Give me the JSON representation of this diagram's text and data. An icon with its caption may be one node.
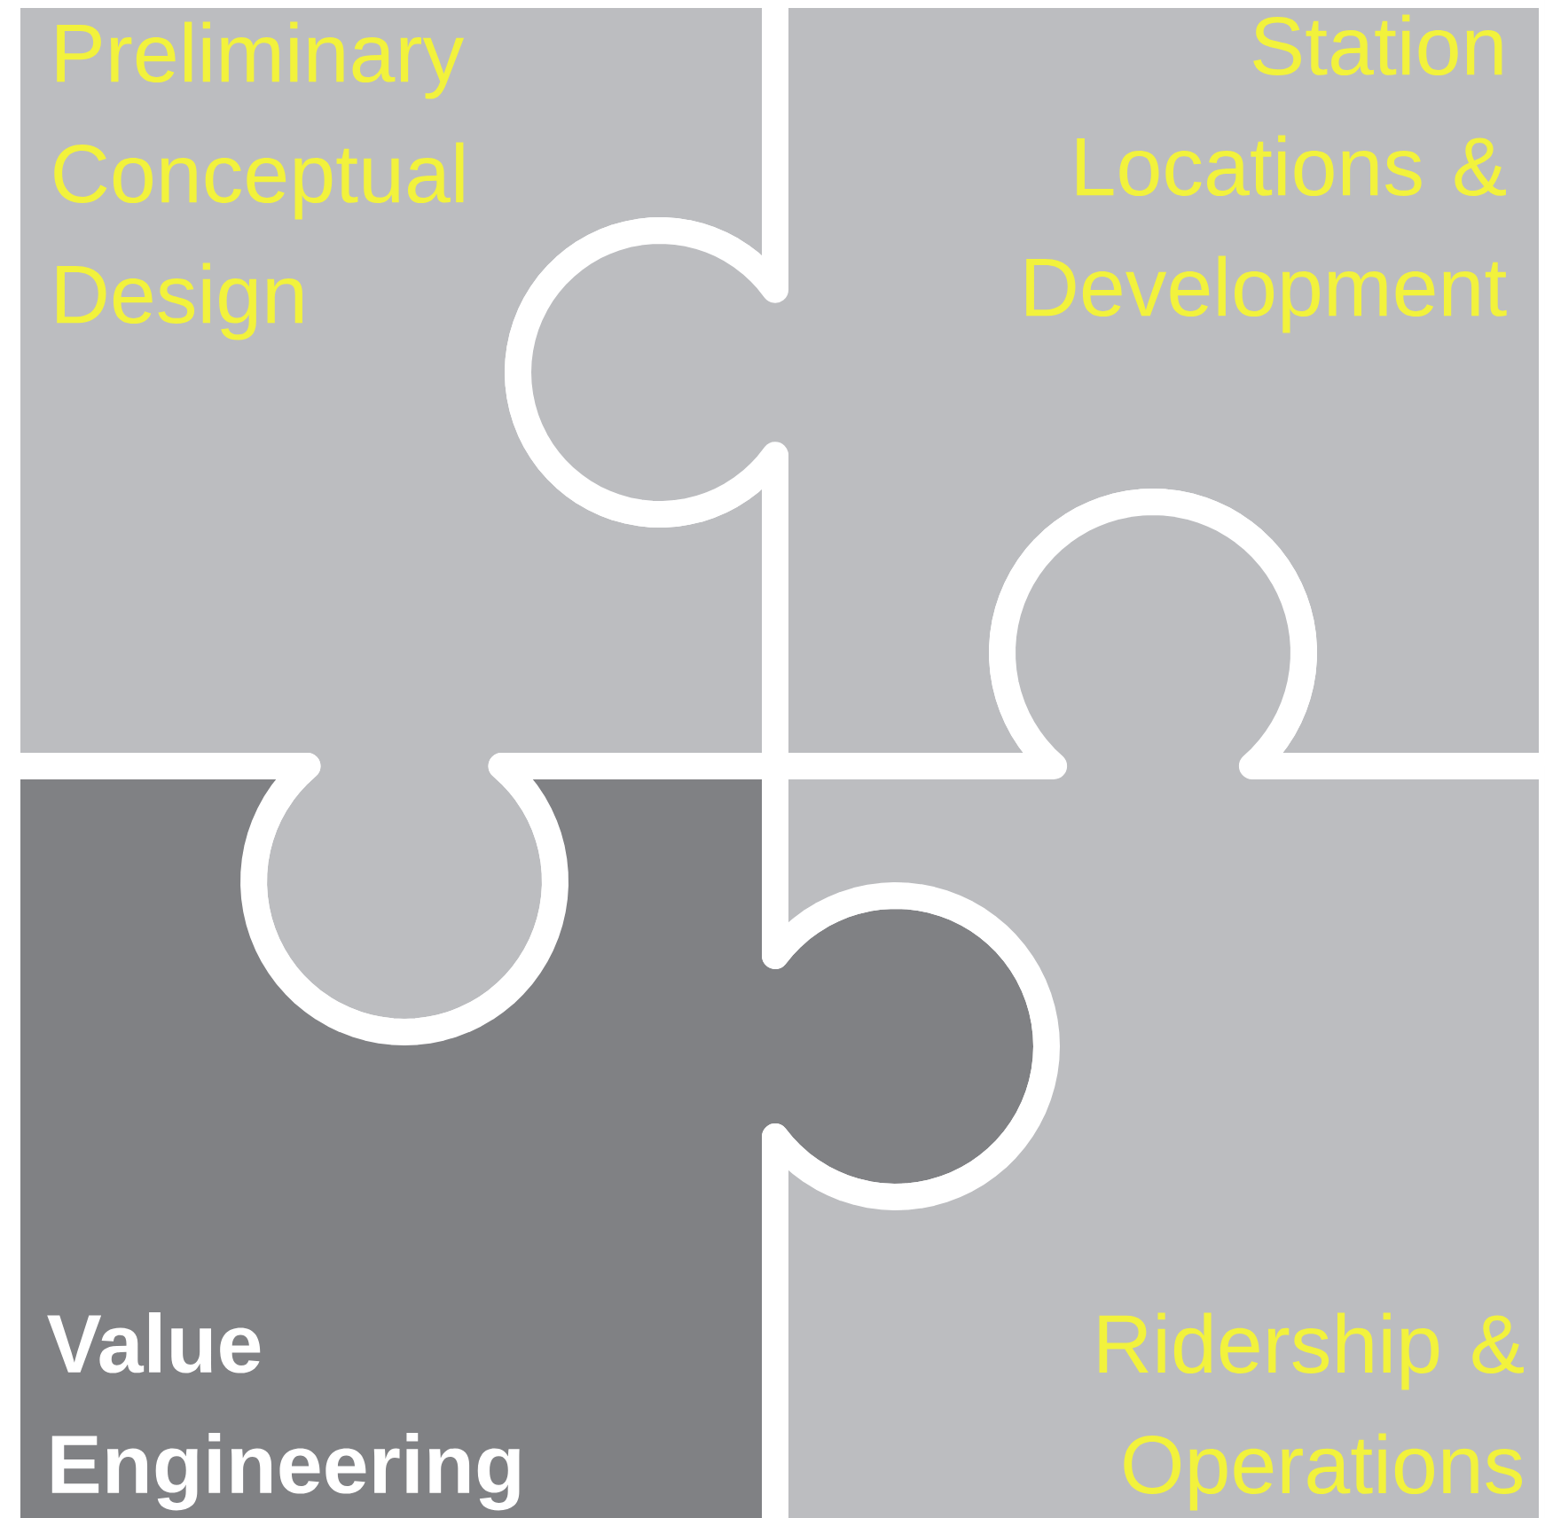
{
  "diagram": {
    "nodes": [
      {
        "text": [
          "Preliminary Conceptual Design"
        ]
      },
      {
        "text": [
          "Station Locations & Development"
        ]
      },
      {
        "text": [
          "Value Engineering"
        ]
      },
      {
        "text": [
          "Ridership & Operations"
        ]
      }
    ]
  }
}
